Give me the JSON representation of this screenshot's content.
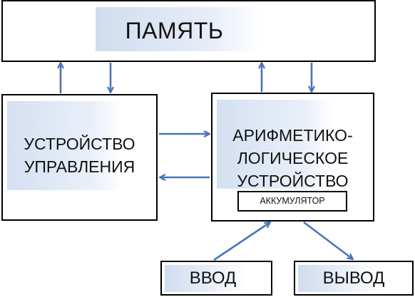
{
  "nodes": {
    "memory": {
      "label": "ПАМЯТЬ"
    },
    "control_unit": {
      "label": "УСТРОЙСТВО УПРАВЛЕНИЯ"
    },
    "alu": {
      "label": "АРИФМЕТИКО-ЛОГИЧЕСКОЕ УСТРОЙСТВО"
    },
    "accumulator": {
      "label": "АККУМУЛЯТОР"
    },
    "input": {
      "label": "ВВОД"
    },
    "output": {
      "label": "ВЫВОД"
    }
  },
  "edges": [
    {
      "from": "control_unit",
      "to": "memory"
    },
    {
      "from": "memory",
      "to": "control_unit"
    },
    {
      "from": "alu",
      "to": "memory"
    },
    {
      "from": "memory",
      "to": "alu"
    },
    {
      "from": "control_unit",
      "to": "alu"
    },
    {
      "from": "alu",
      "to": "control_unit"
    },
    {
      "from": "input",
      "to": "alu"
    },
    {
      "from": "alu",
      "to": "output"
    }
  ],
  "colors": {
    "arrow": "#4a74b8",
    "border": "#000000",
    "box_shade": "#cddaee"
  }
}
